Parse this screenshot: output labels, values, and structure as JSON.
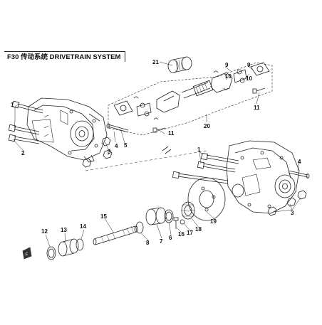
{
  "title": "F30 传动系统 DRIVETRAIN SYSTEM",
  "colors": {
    "line": "#222222",
    "stroke_light": "#555555",
    "hatch": "#888888"
  },
  "callouts": [
    {
      "id": "c1a",
      "label": "1"
    },
    {
      "id": "c2",
      "label": "2"
    },
    {
      "id": "c3a",
      "label": "3"
    },
    {
      "id": "c4a",
      "label": "4"
    },
    {
      "id": "c5",
      "label": "5"
    },
    {
      "id": "c21",
      "label": "21"
    },
    {
      "id": "c9a",
      "label": "9"
    },
    {
      "id": "c10a",
      "label": "10"
    },
    {
      "id": "c9b",
      "label": "9"
    },
    {
      "id": "c10b",
      "label": "10"
    },
    {
      "id": "c11a",
      "label": "11"
    },
    {
      "id": "c11b",
      "label": "11"
    },
    {
      "id": "c20",
      "label": "20"
    },
    {
      "id": "c1b",
      "label": "1"
    },
    {
      "id": "c4b",
      "label": "4"
    },
    {
      "id": "c3b",
      "label": "3"
    },
    {
      "id": "c19",
      "label": "19"
    },
    {
      "id": "c18",
      "label": "18"
    },
    {
      "id": "c17",
      "label": "17"
    },
    {
      "id": "c16",
      "label": "16"
    },
    {
      "id": "c6",
      "label": "6"
    },
    {
      "id": "c7",
      "label": "7"
    },
    {
      "id": "c8",
      "label": "8"
    },
    {
      "id": "c15",
      "label": "15"
    },
    {
      "id": "c14",
      "label": "14"
    },
    {
      "id": "c13",
      "label": "13"
    },
    {
      "id": "c12",
      "label": "12"
    }
  ],
  "corner_badge": "F"
}
